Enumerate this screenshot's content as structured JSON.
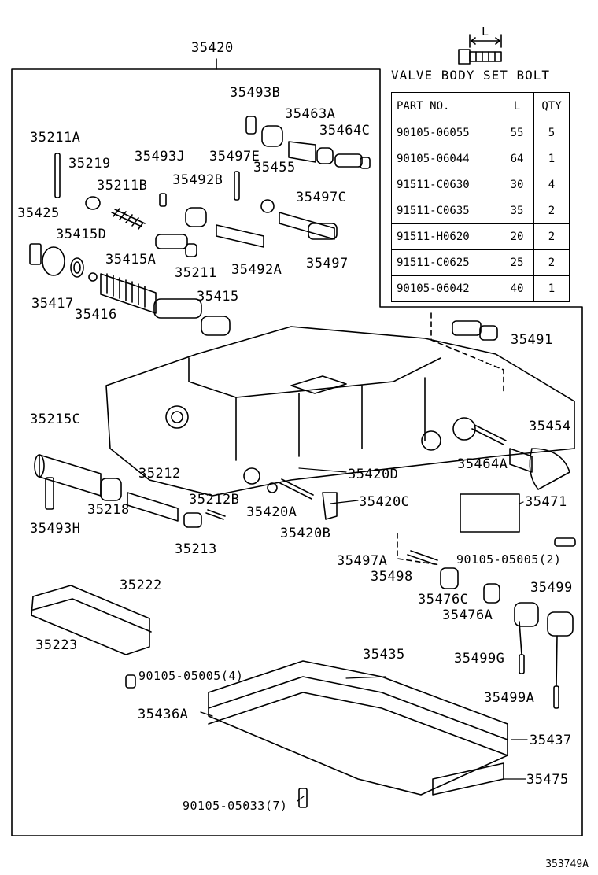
{
  "assembly_label": "35420",
  "bolt_table": {
    "title": "VALVE BODY SET BOLT",
    "dimension_label": "L",
    "headers": [
      "PART NO.",
      "L",
      "QTY"
    ],
    "rows": [
      [
        "90105-06055",
        "55",
        "5"
      ],
      [
        "90105-06044",
        "64",
        "1"
      ],
      [
        "91511-C0630",
        "30",
        "4"
      ],
      [
        "91511-C0635",
        "35",
        "2"
      ],
      [
        "91511-H0620",
        "20",
        "2"
      ],
      [
        "91511-C0625",
        "25",
        "2"
      ],
      [
        "90105-06042",
        "40",
        "1"
      ]
    ]
  },
  "part_labels": {
    "p35493B": "35493B",
    "p35463A": "35463A",
    "p35464C": "35464C",
    "p35211A": "35211A",
    "p35219": "35219",
    "p35493J": "35493J",
    "p35497E": "35497E",
    "p35455": "35455",
    "p35211B": "35211B",
    "p35492B": "35492B",
    "p35497C": "35497C",
    "p35425": "35425",
    "p35415D": "35415D",
    "p35415A": "35415A",
    "p35211": "35211",
    "p35492A": "35492A",
    "p35497": "35497",
    "p35417": "35417",
    "p35416": "35416",
    "p35415": "35415",
    "p35491": "35491",
    "p35215C": "35215C",
    "p35454": "35454",
    "p35464A": "35464A",
    "p35212": "35212",
    "p35420D": "35420D",
    "p35218": "35218",
    "p35212B": "35212B",
    "p35420C": "35420C",
    "p35493H": "35493H",
    "p35420A": "35420A",
    "p35471": "35471",
    "p35213": "35213",
    "p35420B": "35420B",
    "p90105_05005_2": "90105-05005(2)",
    "p35497A": "35497A",
    "p35222": "35222",
    "p35498": "35498",
    "p35499": "35499",
    "p35476C": "35476C",
    "p35476A": "35476A",
    "p35223": "35223",
    "p35435": "35435",
    "p35499G": "35499G",
    "p90105_05005_4": "90105-05005(4)",
    "p35499A": "35499A",
    "p35436A": "35436A",
    "p35437": "35437",
    "p35475": "35475",
    "p90105_05033_7": "90105-05033(7)"
  },
  "figure_code": "353749A"
}
